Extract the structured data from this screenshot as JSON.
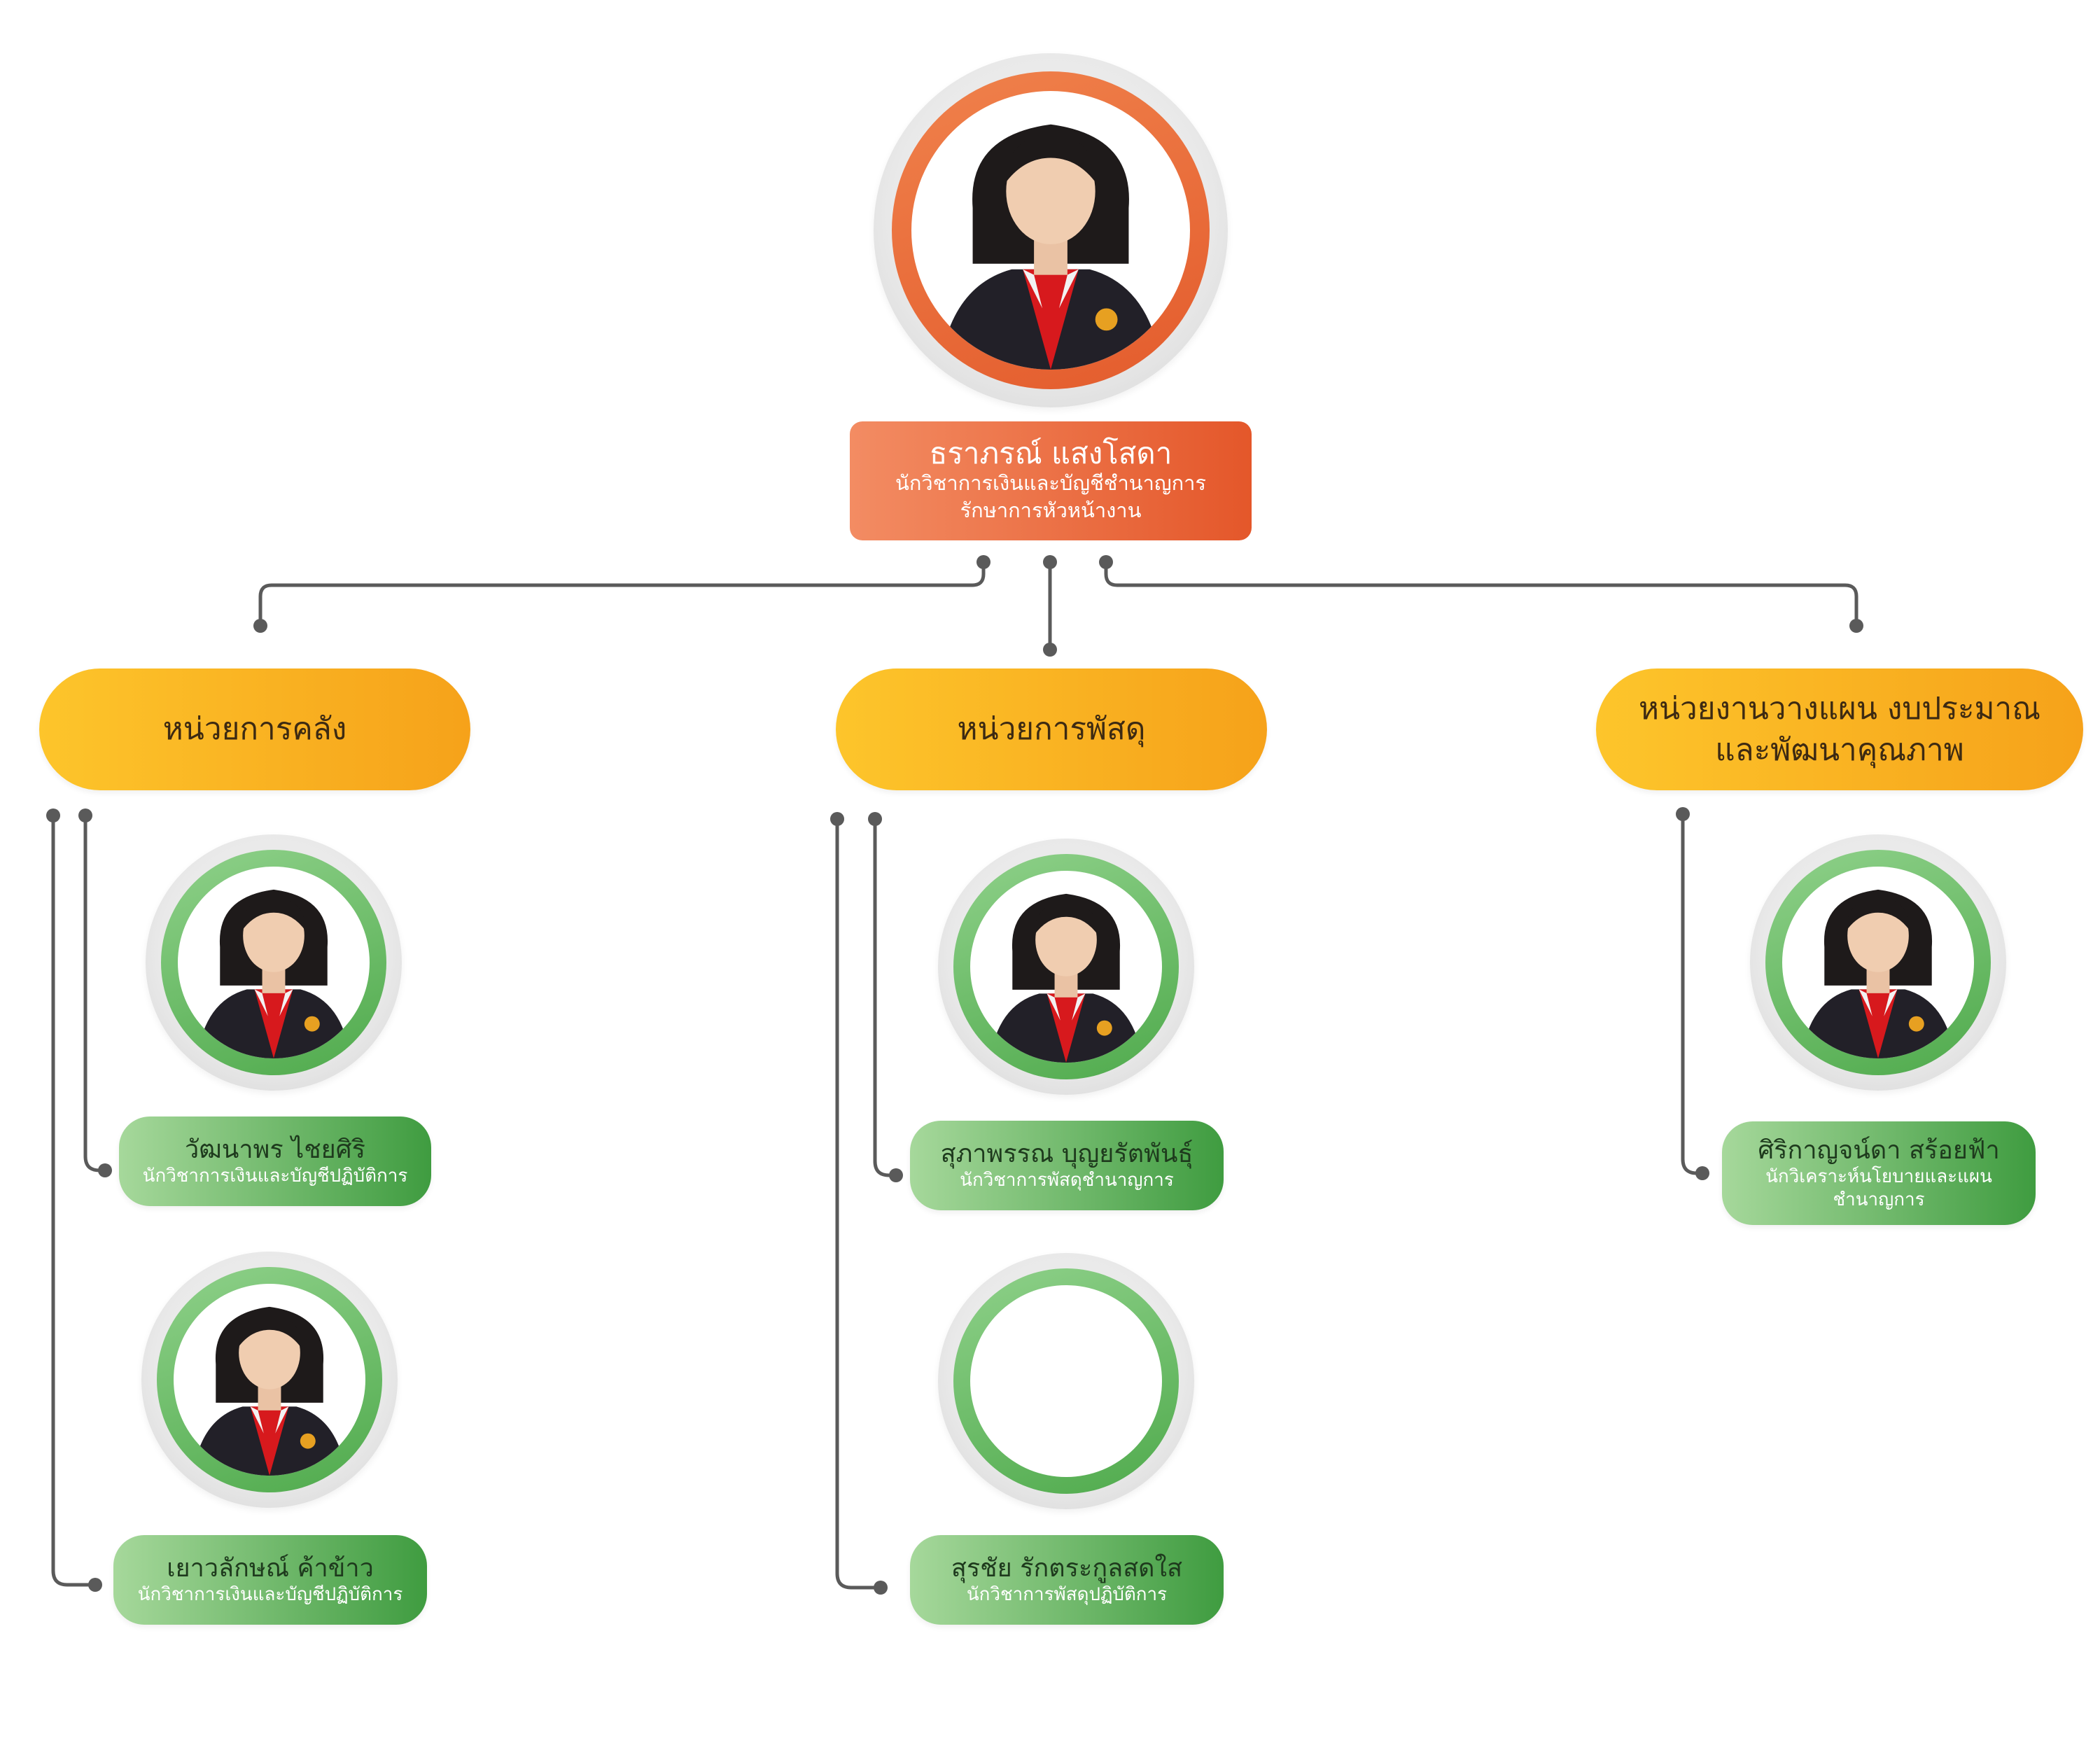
{
  "head": {
    "name": "ธราภรณ์ แสงโสดา",
    "role_line1": "นักวิชาการเงินและบัญชีชำนาญการ",
    "role_line2": "รักษาการหัวหน้างาน"
  },
  "units": [
    {
      "title": "หน่วยการคลัง"
    },
    {
      "title": "หน่วยการพัสดุ"
    },
    {
      "title_line1": "หน่วยงานวางแผน งบประมาณ",
      "title_line2": "และพัฒนาคุณภาพ"
    }
  ],
  "staff": [
    {
      "name": "วัฒนาพร ไชยศิริ",
      "role": "นักวิชาการเงินและบัญชีปฏิบัติการ"
    },
    {
      "name": "เยาวลักษณ์ ค้าข้าว",
      "role": "นักวิชาการเงินและบัญชีปฏิบัติการ"
    },
    {
      "name": "สุภาพรรณ บุญยรัตพันธุ์",
      "role": "นักวิชาการพัสดุชำนาญการ"
    },
    {
      "name": "สุรชัย รักตระกูลสดใส",
      "role": "นักวิชาการพัสดุปฏิบัติการ"
    },
    {
      "name": "ศิริกาญจน์ดา สร้อยฟ้า",
      "role_line1": "นักวิเคราะห์นโยบายและแผน",
      "role_line2": "ชำนาญการ"
    }
  ],
  "colors": {
    "head_accent": "#e4572a",
    "unit_accent": "#f6a21a",
    "staff_accent": "#4faa4c",
    "connector": "#5a5a5a"
  }
}
